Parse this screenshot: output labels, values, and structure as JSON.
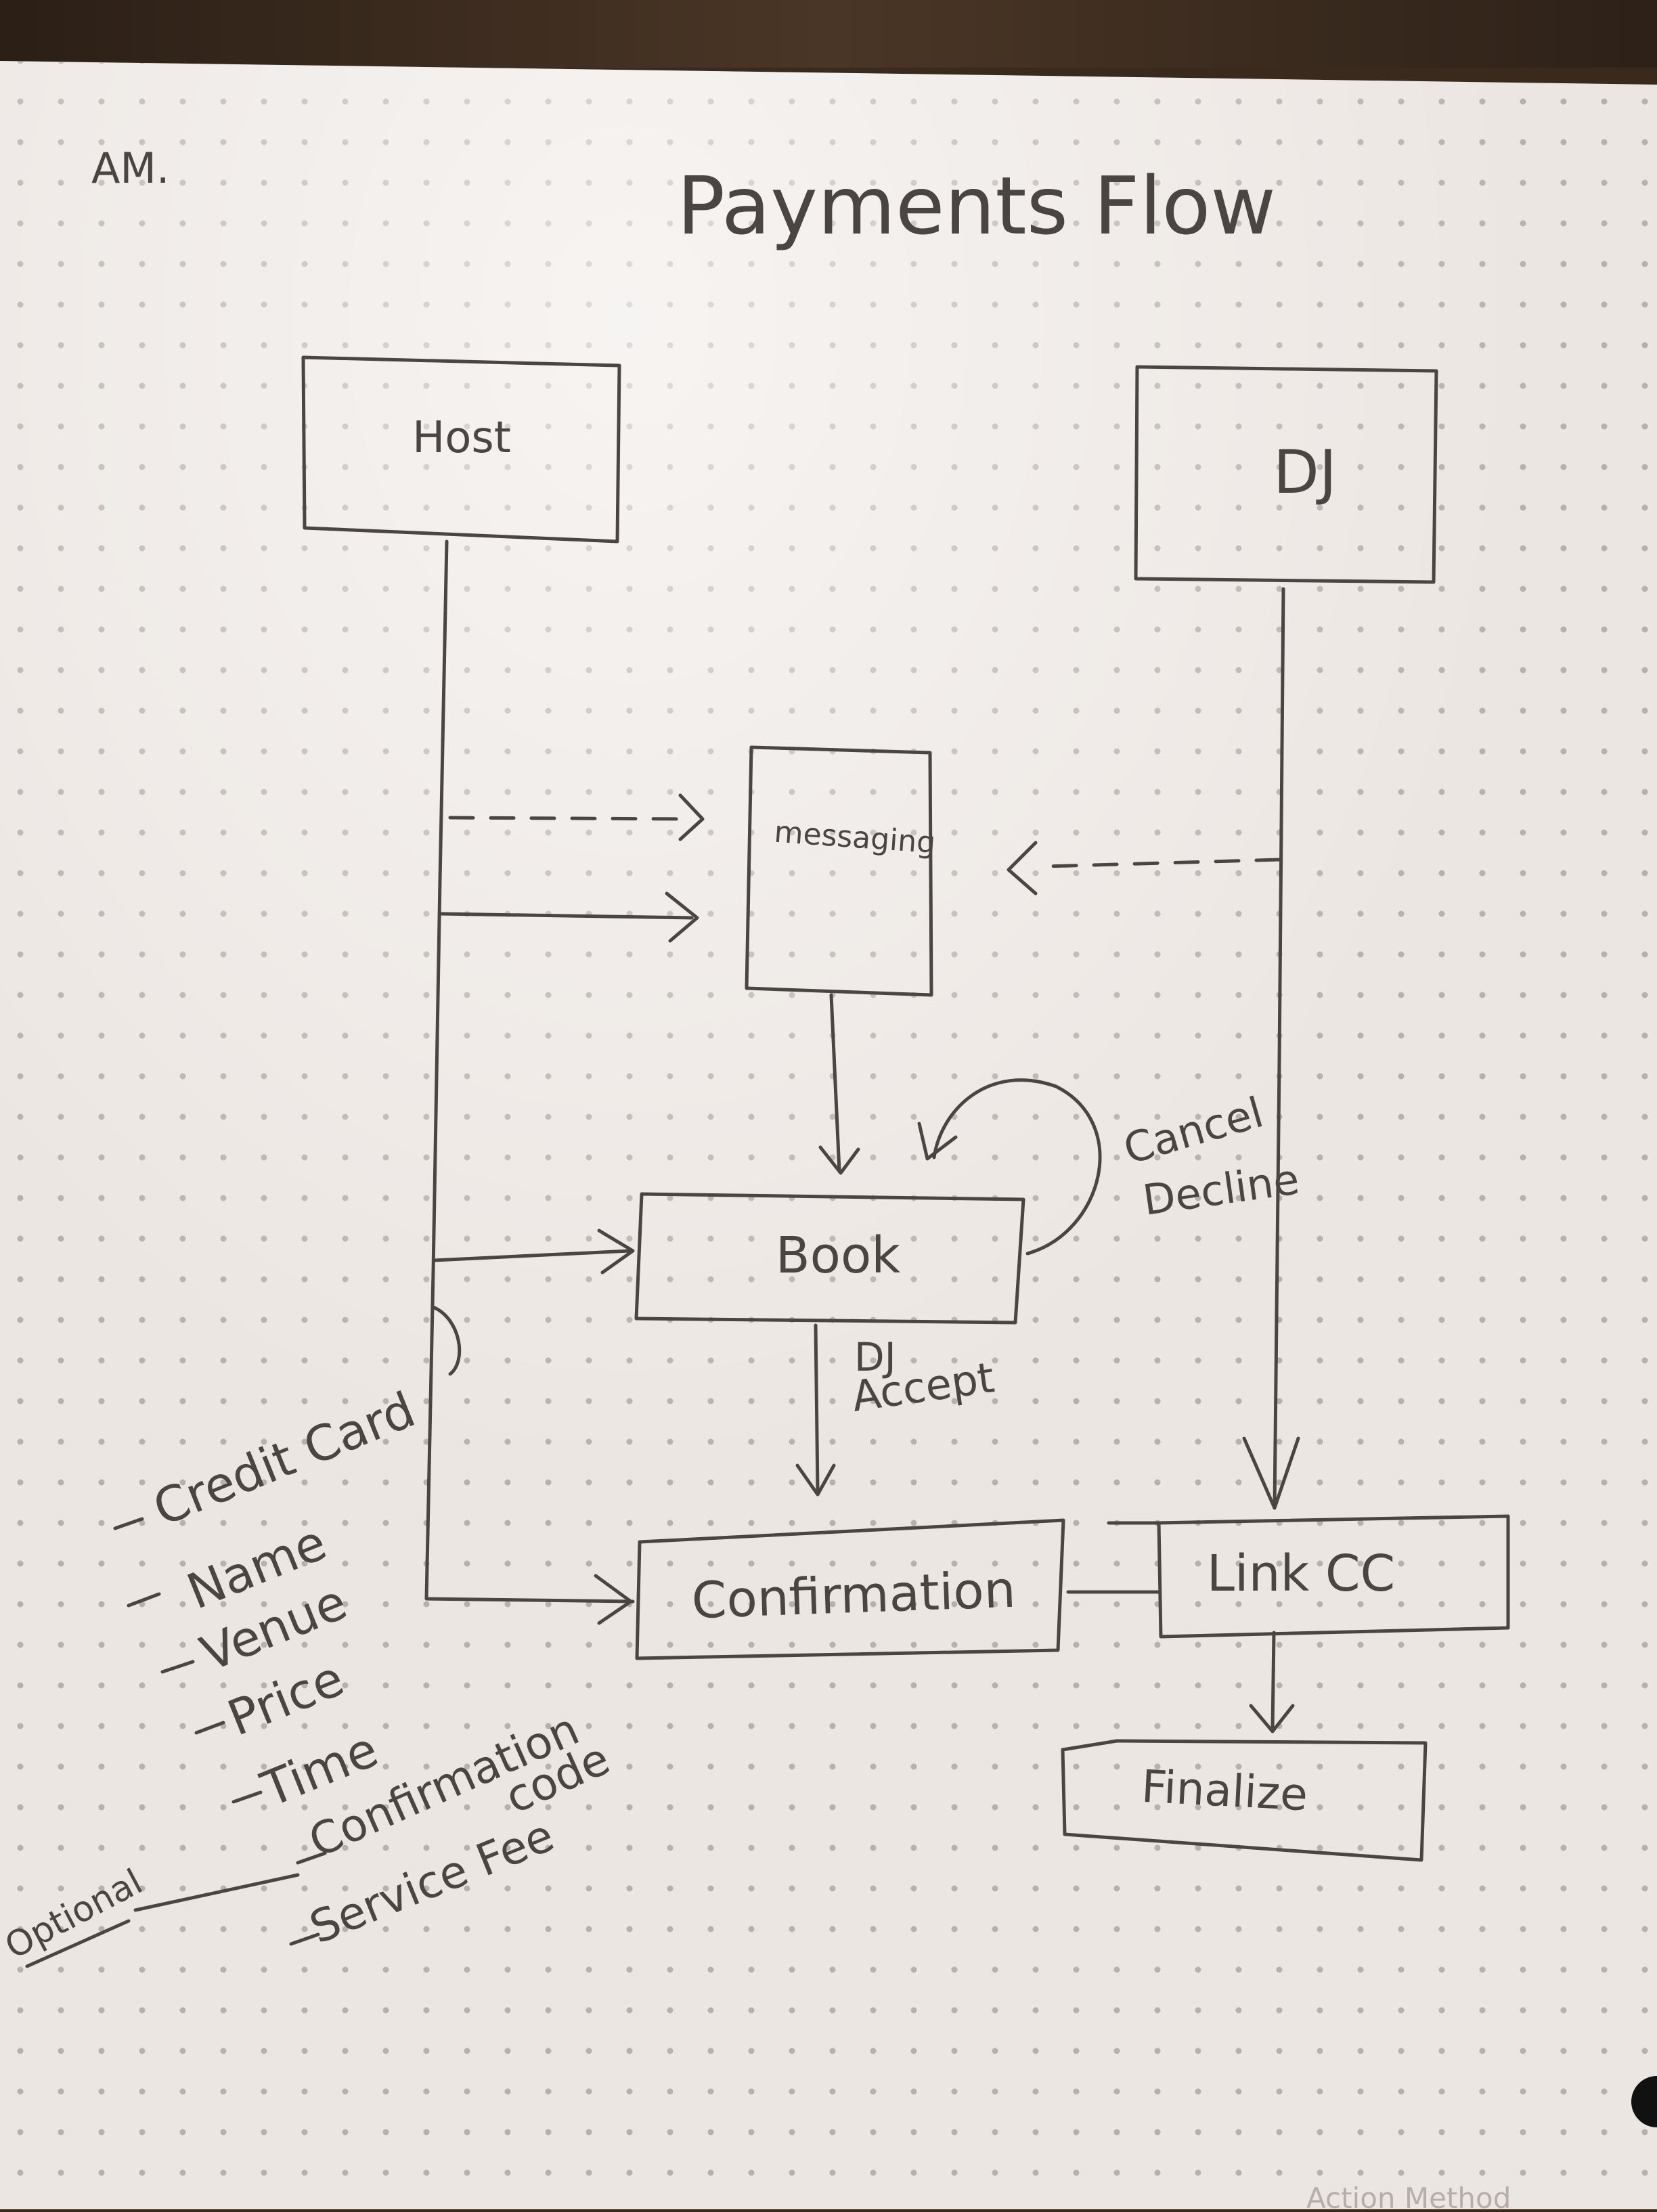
{
  "paper": {
    "color": "#ece6e2",
    "dot_color": "#b8b0ab",
    "ink": "#4a4542"
  },
  "header": {
    "initials": "AM.",
    "title": "Payments Flow"
  },
  "nodes": {
    "host": "Host",
    "dj": "DJ",
    "messaging": "messaging",
    "book": "Book",
    "confirmation": "Confirmation",
    "link_cc": "Link CC",
    "finalize": "Finalize"
  },
  "edge_labels": {
    "cancel": "Cancel",
    "decline": "Decline",
    "dj": "DJ",
    "accept": "Accept"
  },
  "confirmation_fields": {
    "items": [
      "Credit Card",
      "Name",
      "Venue",
      "Price",
      "Time",
      "Confirmation",
      "code",
      "Service Fee"
    ],
    "optional_note": "Optional"
  },
  "watermark": "Action Method"
}
